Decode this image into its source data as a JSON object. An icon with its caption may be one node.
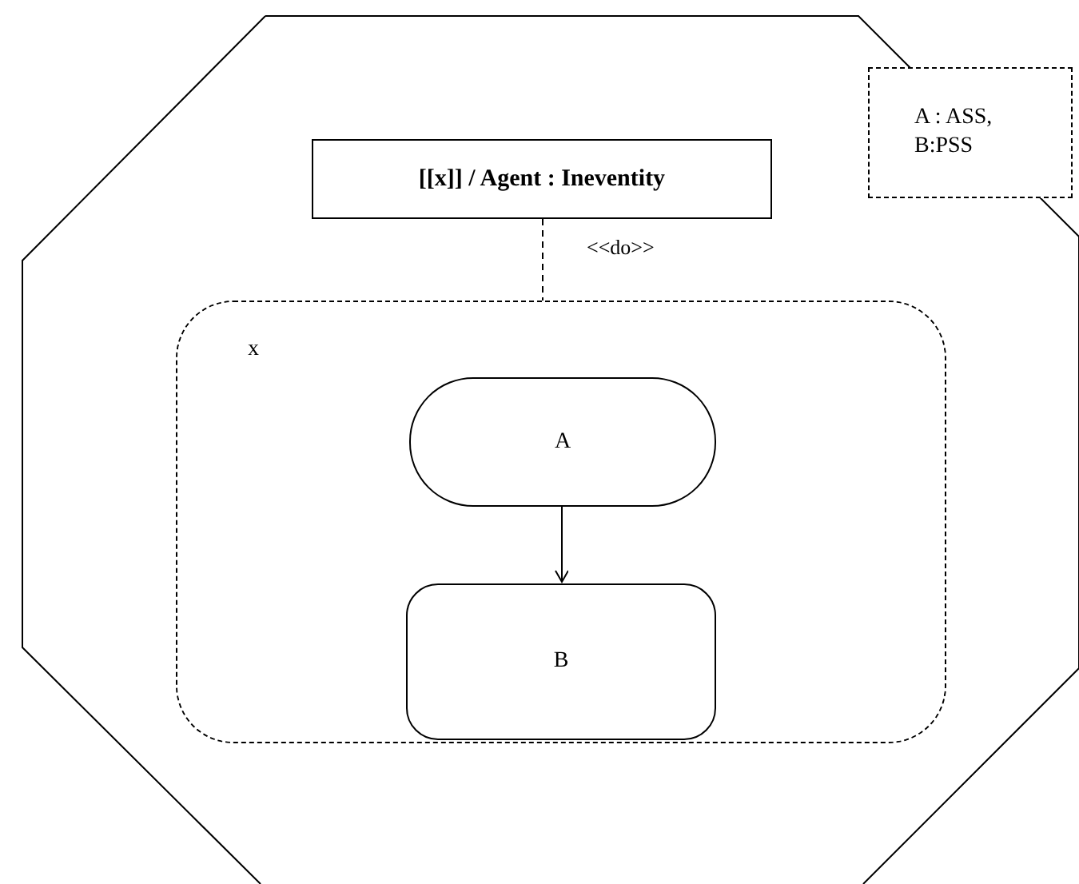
{
  "diagram": {
    "nodes": [
      {
        "text": [
          "[[x]] / Agent : Ineventity"
        ]
      },
      {
        "text": [
          "x"
        ]
      },
      {
        "text": [
          "A"
        ],
        "in": 1
      },
      {
        "text": [
          "B"
        ],
        "in": 1
      },
      {
        "text": [
          "A : ASS, B:PSS"
        ]
      }
    ],
    "edges": [
      {
        "from": 0,
        "to": 1,
        "arrow": "none",
        "style": "dashed",
        "label": "<<do>>"
      },
      {
        "from": 2,
        "to": 3,
        "arrow": "to"
      }
    ]
  }
}
